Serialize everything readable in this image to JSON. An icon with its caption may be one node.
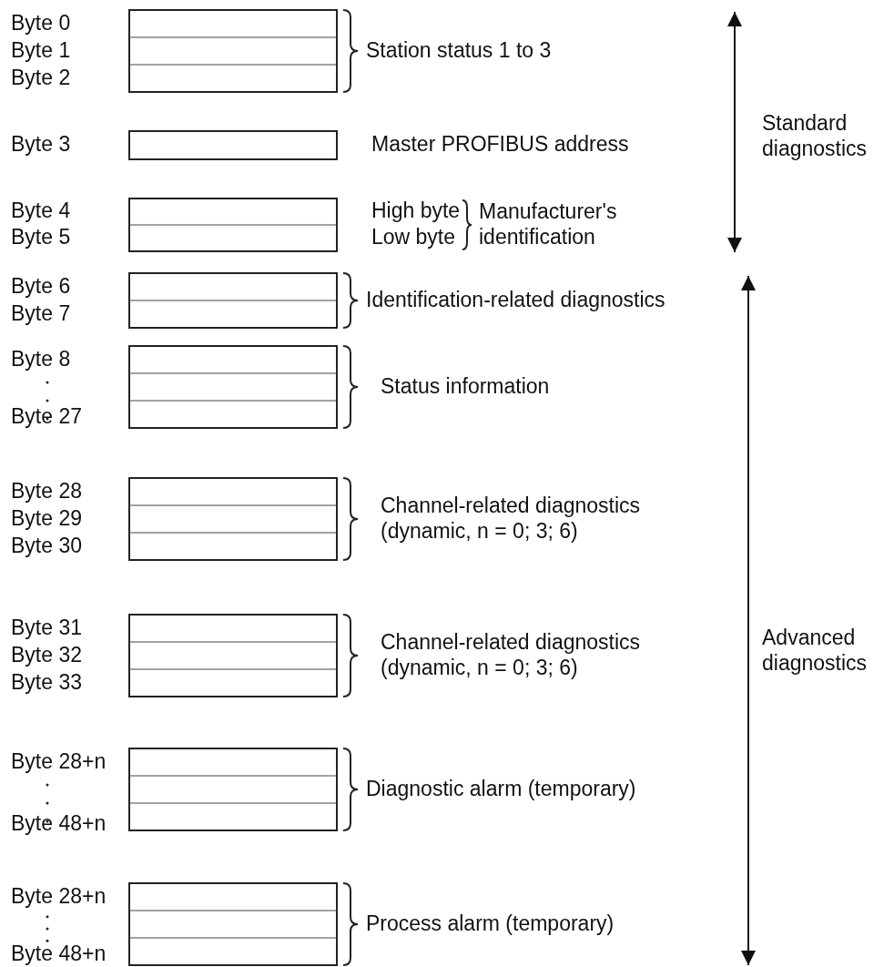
{
  "diagram": {
    "nodes": [
      {
        "text": [],
        "shape": "box"
      },
      {
        "text": [],
        "shape": "box"
      },
      {
        "text": [],
        "shape": "box"
      },
      {
        "text": [],
        "shape": "box"
      },
      {
        "text": [],
        "shape": "box"
      },
      {
        "text": [],
        "shape": "box"
      },
      {
        "text": [],
        "shape": "box"
      },
      {
        "text": [],
        "shape": "box"
      },
      {
        "text": [],
        "shape": "box"
      }
    ],
    "labels": [
      "Byte 0",
      "Byte 1",
      "Byte 2",
      "Station status 1 to 3",
      "Standard diagnostics",
      "Byte 3",
      "Master PROFIBUS address",
      "Byte 4",
      "Byte 5",
      "High byte",
      "Low byte",
      "Manufacturer's identification",
      "Byte 6",
      "Byte 7",
      "Identification-related diagnostics",
      "Byte 8",
      "Byte 27",
      "Status information",
      "Byte 28",
      "Byte 29",
      "Byte 30",
      "Channel-related diagnostics (dynamic, n = 0; 3; 6)",
      "Advanced diagnostics",
      "Byte 31",
      "Byte 32",
      "Byte 33",
      "Channel-related diagnostics (dynamic, n = 0; 3; 6)",
      "Byte 28+n",
      "Byte 48+n",
      "Diagnostic alarm (temporary)",
      "Byte 28+n",
      "Byte 48+n",
      "Process alarm (temporary)"
    ]
  }
}
